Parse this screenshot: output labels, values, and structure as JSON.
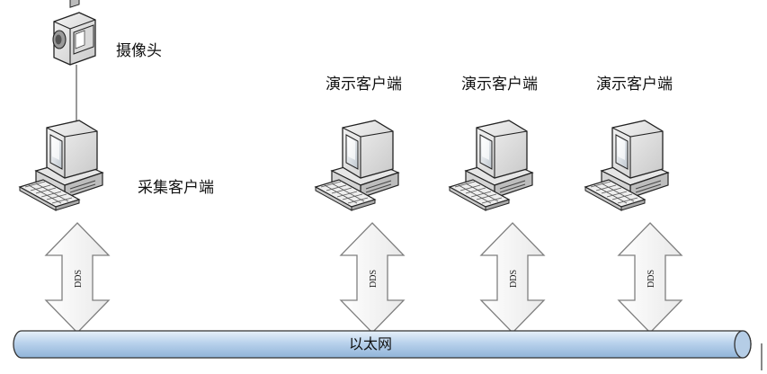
{
  "camera": {
    "label": "摄像头"
  },
  "capture_client": {
    "label": "采集客户端"
  },
  "demo_clients": [
    {
      "label": "演示客户端"
    },
    {
      "label": "演示客户端"
    },
    {
      "label": "演示客户端"
    }
  ],
  "links": [
    {
      "protocol": "DDS"
    },
    {
      "protocol": "DDS"
    },
    {
      "protocol": "DDS"
    },
    {
      "protocol": "DDS"
    }
  ],
  "network": {
    "label": "以太网"
  },
  "colors": {
    "bus_fill_top": "#d6e6f5",
    "bus_fill_bottom": "#9ebfe0",
    "arrow_fill": "#ffffff",
    "arrow_stroke": "#7f7f7f",
    "line": "#333333"
  }
}
